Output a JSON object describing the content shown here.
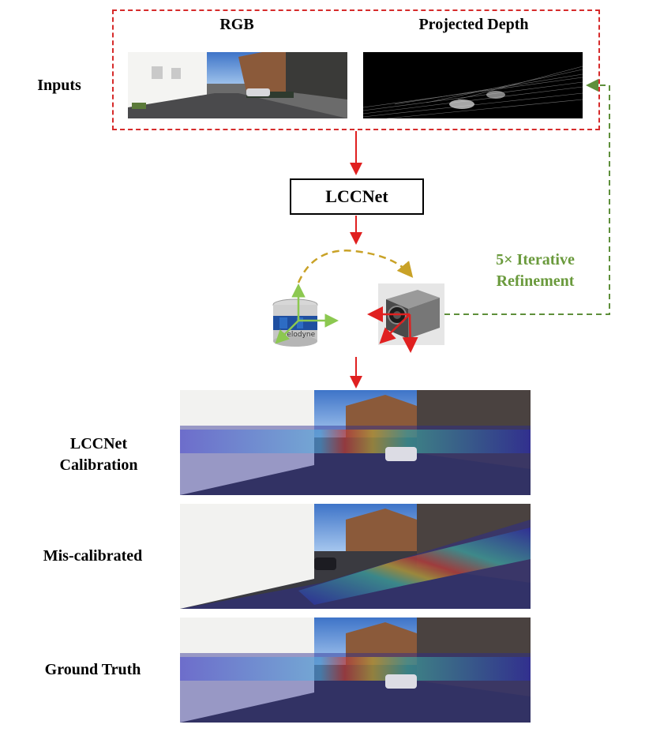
{
  "inputs": {
    "row_label": "Inputs",
    "rgb_title": "RGB",
    "depth_title": "Projected Depth"
  },
  "network": {
    "name": "LCCNet"
  },
  "refinement": {
    "line1": "5× Iterative",
    "line2": "Refinement"
  },
  "sensors": {
    "lidar_brand": "velodyne"
  },
  "outputs": [
    {
      "label_line1": "LCCNet",
      "label_line2": "Calibration"
    },
    {
      "label_line1": "Mis-calibrated",
      "label_line2": ""
    },
    {
      "label_line1": "Ground Truth",
      "label_line2": ""
    }
  ],
  "colors": {
    "red_arrow": "#e02020",
    "inputs_border": "#d62b2b",
    "loop_dashed": "#5e8f3a",
    "rotation_arc": "#c9a227",
    "refinement_text": "#6a9a3c"
  }
}
